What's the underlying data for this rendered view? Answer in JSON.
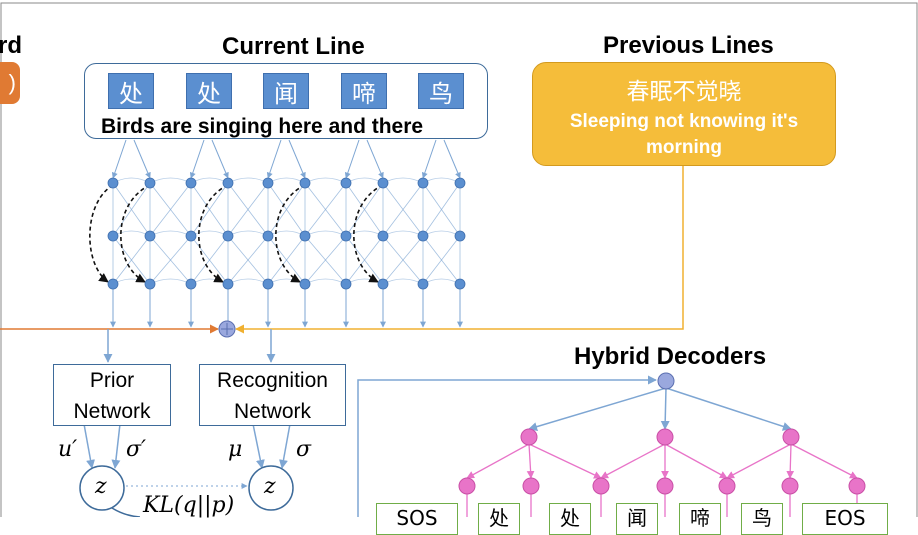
{
  "left_partial": {
    "text": "rd",
    "badge": ")"
  },
  "current_line": {
    "title": "Current Line",
    "chars": [
      "处",
      "处",
      "闻",
      "啼",
      "鸟"
    ],
    "translation": "Birds are singing here and there"
  },
  "previous_lines": {
    "title": "Previous Lines",
    "chinese": "春眠不觉晓",
    "english_line1": "Sleeping not knowing it's",
    "english_line2": "morning"
  },
  "prior_network": {
    "line1": "Prior",
    "line2": "Network"
  },
  "recognition_network": {
    "line1": "Recognition",
    "line2": "Network"
  },
  "symbols": {
    "u_prime": "u′",
    "sigma_prime": "σ′",
    "mu": "μ",
    "sigma": "σ",
    "z1": "z",
    "z2": "z",
    "kl": "KL(q||p)"
  },
  "hybrid_decoders": {
    "title": "Hybrid Decoders",
    "leaves": [
      "SOS",
      "处",
      "处",
      "闻",
      "啼",
      "鸟",
      "EOS"
    ]
  },
  "colors": {
    "node_blue": "#5b8fd0",
    "edge_blue": "#7ea6d3",
    "orange": "#e07a33",
    "yellow": "#f5bd3a",
    "pink": "#e874c8",
    "green_box": "#70ad47"
  }
}
